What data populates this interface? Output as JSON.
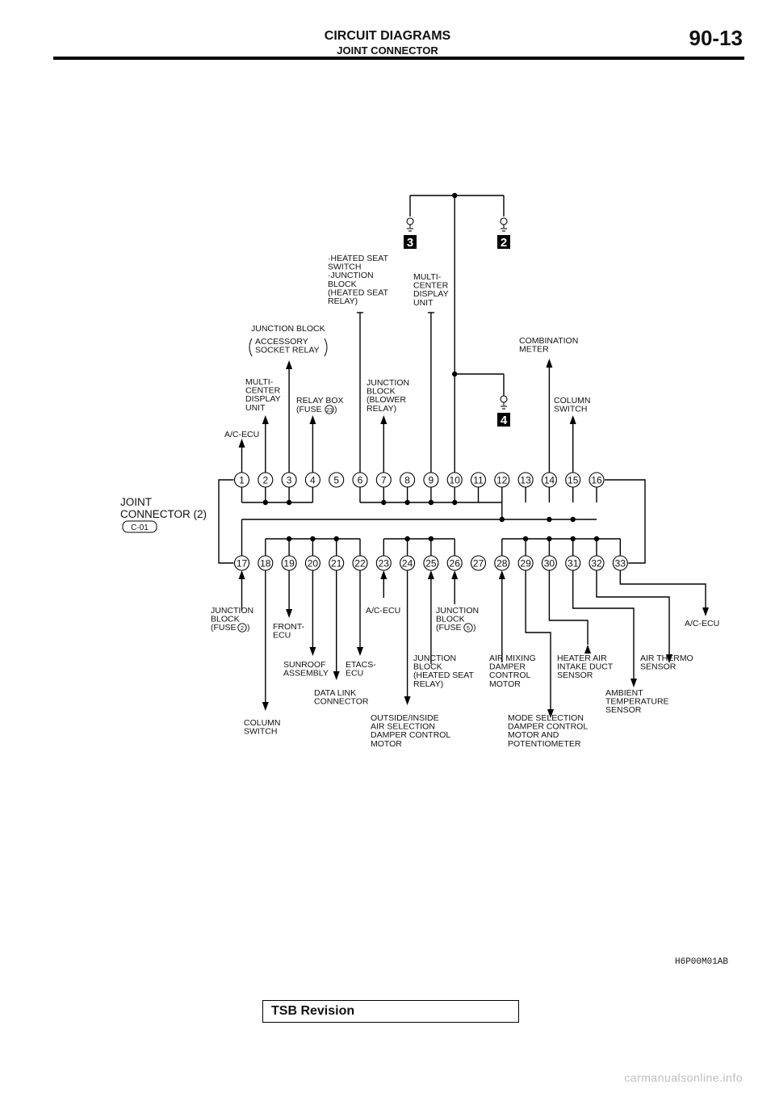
{
  "header": {
    "title": "CIRCUIT DIAGRAMS",
    "subtitle": "JOINT CONNECTOR",
    "page_number": "90-13"
  },
  "diagram": {
    "connector": {
      "name_lines": [
        "JOINT",
        "CONNECTOR (2)"
      ],
      "code": "C-01"
    },
    "top_pins": [
      "1",
      "2",
      "3",
      "4",
      "5",
      "6",
      "7",
      "8",
      "9",
      "10",
      "11",
      "12",
      "13",
      "14",
      "15",
      "16"
    ],
    "bottom_pins": [
      "17",
      "18",
      "19",
      "20",
      "21",
      "22",
      "23",
      "24",
      "25",
      "26",
      "27",
      "28",
      "29",
      "30",
      "31",
      "32",
      "33"
    ],
    "grounds": [
      "3",
      "2",
      "4"
    ],
    "top_labels": {
      "p1": [
        "A/C-ECU"
      ],
      "p2": [
        "MULTI-",
        "CENTER",
        "DISPLAY",
        "UNIT"
      ],
      "p3_main": "JUNCTION BLOCK",
      "p3_paren": [
        "ACCESSORY",
        "SOCKET RELAY"
      ],
      "p4": [
        "RELAY BOX",
        "(FUSE",
        "23",
        ")"
      ],
      "p6": [
        "·HEATED SEAT",
        "SWITCH",
        "·JUNCTION",
        "BLOCK",
        "(HEATED SEAT",
        "RELAY)"
      ],
      "p7": [
        "JUNCTION",
        "BLOCK",
        "(BLOWER",
        "RELAY)"
      ],
      "p9": [
        "MULTI-",
        "CENTER",
        "DISPLAY",
        "UNIT"
      ],
      "p14": [
        "COMBINATION",
        "METER"
      ],
      "p15": [
        "COLUMN",
        "SWITCH"
      ]
    },
    "bottom_labels": {
      "p17": [
        "JUNCTION",
        "BLOCK",
        "(FUSE",
        "2",
        ")"
      ],
      "p18": [
        "COLUMN",
        "SWITCH"
      ],
      "p19": [
        "FRONT-",
        "ECU"
      ],
      "p20": [
        "SUNROOF",
        "ASSEMBLY"
      ],
      "p21": [
        "DATA LINK",
        "CONNECTOR"
      ],
      "p22": [
        "ETACS-",
        "ECU"
      ],
      "p23": [
        "A/C-ECU"
      ],
      "p24": [
        "OUTSIDE/INSIDE",
        "AIR SELECTION",
        "DAMPER CONTROL",
        "MOTOR"
      ],
      "p25": [
        "JUNCTION",
        "BLOCK",
        "(HEATED SEAT",
        "RELAY)"
      ],
      "p26": [
        "JUNCTION",
        "BLOCK",
        "(FUSE",
        "5",
        ")"
      ],
      "p28": [
        "AIR MIXING",
        "DAMPER",
        "CONTROL",
        "MOTOR"
      ],
      "p29": [
        "MODE SELECTION",
        "DAMPER CONTROL",
        "MOTOR AND",
        "POTENTIOMETER"
      ],
      "p30": [
        "HEATER AIR",
        "INTAKE DUCT",
        "SENSOR"
      ],
      "p31": [
        "AMBIENT",
        "TEMPERATURE",
        "SENSOR"
      ],
      "p32": [
        "AIR THERMO",
        "SENSOR"
      ],
      "p33": [
        "A/C-ECU"
      ]
    },
    "figure_code": "H6P00M01AB"
  },
  "footer": {
    "tsb_label": "TSB Revision",
    "watermark": "carmanualsonline.info"
  }
}
